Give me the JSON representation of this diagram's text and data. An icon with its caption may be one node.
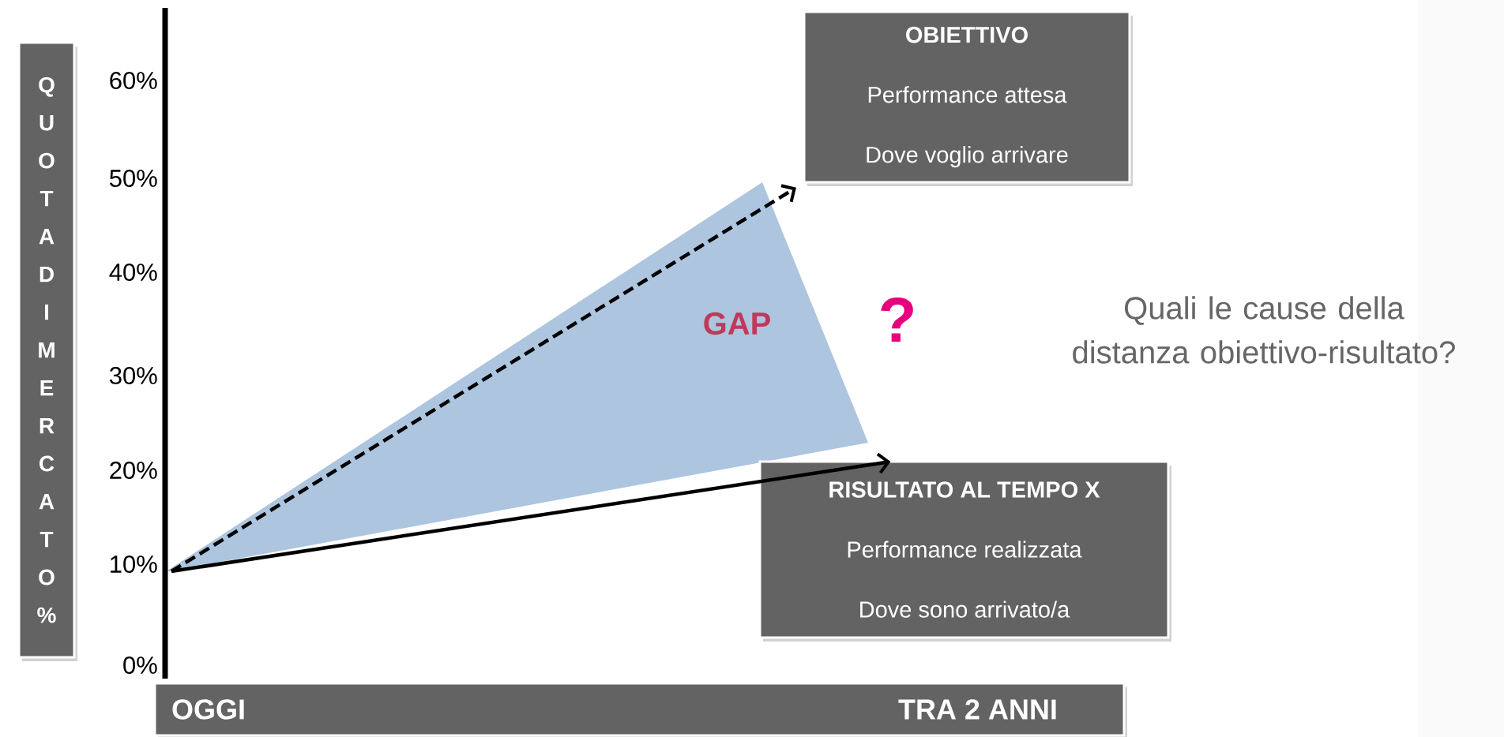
{
  "diagram": {
    "nodes": [
      {
        "text": [
          "QUOTA DI MERCATO %"
        ]
      },
      {
        "text": [
          "OBIETTIVO",
          "Performance attesa",
          "Dove voglio arrivare"
        ]
      },
      {
        "text": [
          "RISULTATO AL TEMPO X",
          "Performance realizzata",
          "Dove sono arrivato/a"
        ]
      },
      {
        "text": [
          "OGGI",
          "TRA 2 ANNI"
        ]
      }
    ],
    "edges": [
      {
        "from": null,
        "to": 1,
        "arrow": "to",
        "style": "dashed"
      },
      {
        "from": null,
        "to": 2,
        "arrow": "to"
      }
    ],
    "labels": [
      "60%",
      "50%",
      "40%",
      "30%",
      "20%",
      "10%",
      "0%",
      "GAP",
      "?",
      "Quali le cause della distanza obiettivo-risultato?"
    ]
  }
}
